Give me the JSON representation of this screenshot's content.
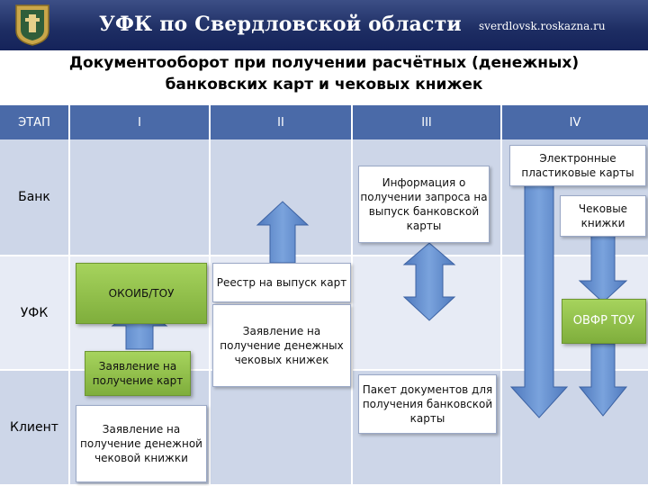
{
  "header": {
    "banner_title": "УФК по Свердловской области",
    "banner_url": "sverdlovsk.roskazna.ru"
  },
  "title": "Документооборот при получении расчётных (денежных) банковских карт и чековых книжек",
  "table": {
    "columns": [
      "ЭТАП",
      "I",
      "II",
      "III",
      "IV"
    ],
    "rows": [
      "Банк",
      "УФК",
      "Клиент"
    ]
  },
  "boxes": {
    "info_request": "Информация о получении запроса на выпуск банковской карты",
    "plastic_cards": "Электронные пластиковые карты",
    "cheque_books": "Чековые книжки",
    "registry": "Реестр на выпуск карт",
    "okoib": "ОКОИБ/ТОУ",
    "ovfr": "ОВФР ТОУ",
    "app_cheque_ufk": "Заявление на получение денежных чековых книжек",
    "app_cards": "Заявление на получение карт",
    "app_cheque_client": "Заявление на получение денежной чековой книжки",
    "docs_package": "Пакет документов для получения банковской карты"
  },
  "colors": {
    "header_bg": "#1d2d63",
    "table_header": "#4a6aa8",
    "row_dark": "#cdd6e8",
    "row_light": "#e7ebf5",
    "arrow": "#5b85c6",
    "green": "#8dbd45"
  }
}
